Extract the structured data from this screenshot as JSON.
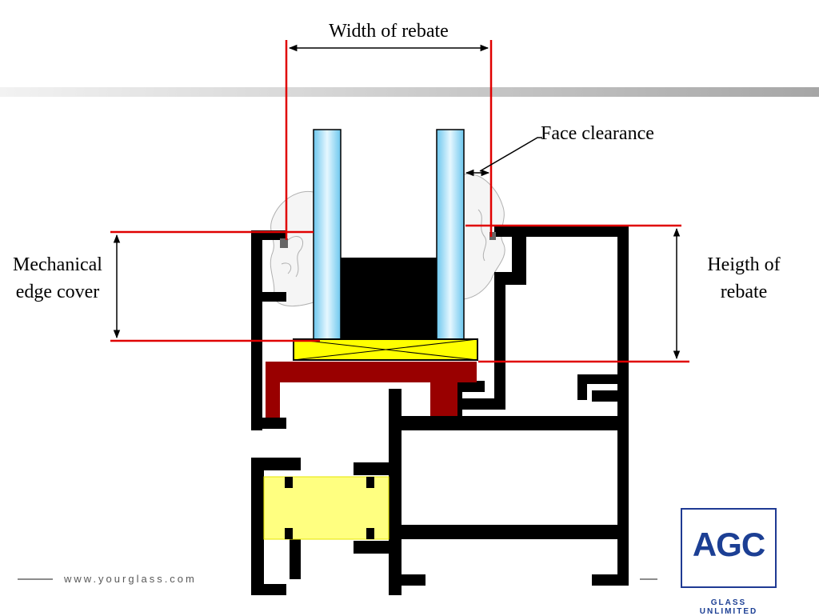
{
  "labels": {
    "width_of_rebate": "Width of rebate",
    "face_clearance": "Face clearance",
    "mechanical_line1": "Mechanical",
    "mechanical_line2": "edge cover",
    "height_line1": "Heigth of",
    "height_line2": "rebate"
  },
  "footer": {
    "url": "www.yourglass.com"
  },
  "logo": {
    "text": "AGC",
    "tagline": "GLASS UNLIMITED"
  },
  "colors": {
    "dimension_line": "#e00000",
    "frame": "#000000",
    "glass": "#9fdcf7",
    "setting_block": "#ffff00",
    "bead": "#990000",
    "thermal_break": "#ffff80",
    "brand": "#1c3f94"
  }
}
